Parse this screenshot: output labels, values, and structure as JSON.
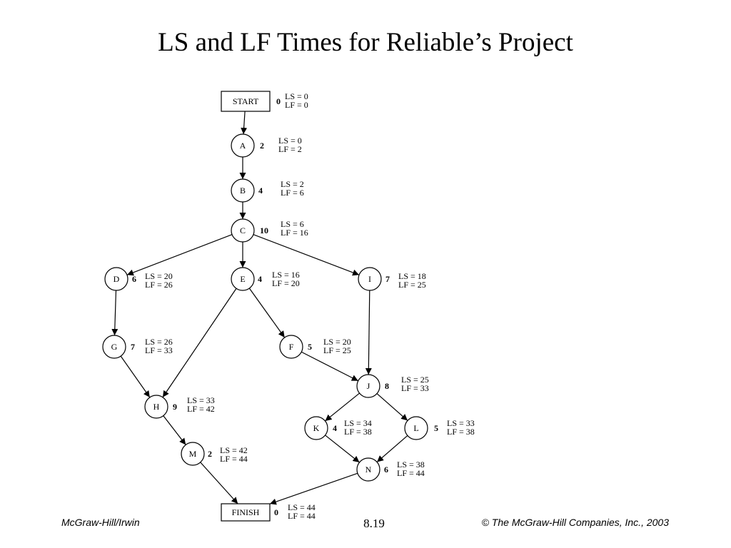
{
  "title": "LS and LF Times for Reliable’s Project",
  "footer": {
    "left": "McGraw-Hill/Irwin",
    "center": "8.19",
    "right": "© The McGraw-Hill Companies, Inc., 2003"
  },
  "nodes": [
    {
      "id": "start",
      "label": "START",
      "shape": "box",
      "duration": "0",
      "ls": "LS = 0",
      "lf": "LF = 0"
    },
    {
      "id": "A",
      "label": "A",
      "shape": "circle",
      "duration": "2",
      "ls": "LS = 0",
      "lf": "LF = 2"
    },
    {
      "id": "B",
      "label": "B",
      "shape": "circle",
      "duration": "4",
      "ls": "LS = 2",
      "lf": "LF = 6"
    },
    {
      "id": "C",
      "label": "C",
      "shape": "circle",
      "duration": "10",
      "ls": "LS = 6",
      "lf": "LF = 16"
    },
    {
      "id": "D",
      "label": "D",
      "shape": "circle",
      "duration": "6",
      "ls": "LS = 20",
      "lf": "LF = 26"
    },
    {
      "id": "E",
      "label": "E",
      "shape": "circle",
      "duration": "4",
      "ls": "LS = 16",
      "lf": "LF = 20"
    },
    {
      "id": "I",
      "label": "I",
      "shape": "circle",
      "duration": "7",
      "ls": "LS = 18",
      "lf": "LF = 25"
    },
    {
      "id": "G",
      "label": "G",
      "shape": "circle",
      "duration": "7",
      "ls": "LS = 26",
      "lf": "LF = 33"
    },
    {
      "id": "F",
      "label": "F",
      "shape": "circle",
      "duration": "5",
      "ls": "LS = 20",
      "lf": "LF = 25"
    },
    {
      "id": "J",
      "label": "J",
      "shape": "circle",
      "duration": "8",
      "ls": "LS = 25",
      "lf": "LF = 33"
    },
    {
      "id": "H",
      "label": "H",
      "shape": "circle",
      "duration": "9",
      "ls": "LS = 33",
      "lf": "LF = 42"
    },
    {
      "id": "K",
      "label": "K",
      "shape": "circle",
      "duration": "4",
      "ls": "LS = 34",
      "lf": "LF = 38"
    },
    {
      "id": "L",
      "label": "L",
      "shape": "circle",
      "duration": "5",
      "ls": "LS = 33",
      "lf": "LF = 38"
    },
    {
      "id": "M",
      "label": "M",
      "shape": "circle",
      "duration": "2",
      "ls": "LS = 42",
      "lf": "LF = 44"
    },
    {
      "id": "N",
      "label": "N",
      "shape": "circle",
      "duration": "6",
      "ls": "LS = 38",
      "lf": "LF = 44"
    },
    {
      "id": "finish",
      "label": "FINISH",
      "shape": "box",
      "duration": "0",
      "ls": "LS = 44",
      "lf": "LF = 44"
    }
  ],
  "edges": [
    [
      "start",
      "A"
    ],
    [
      "A",
      "B"
    ],
    [
      "B",
      "C"
    ],
    [
      "C",
      "D"
    ],
    [
      "C",
      "E"
    ],
    [
      "C",
      "I"
    ],
    [
      "D",
      "G"
    ],
    [
      "G",
      "H"
    ],
    [
      "E",
      "H"
    ],
    [
      "E",
      "F"
    ],
    [
      "F",
      "J"
    ],
    [
      "I",
      "J"
    ],
    [
      "H",
      "M"
    ],
    [
      "J",
      "K"
    ],
    [
      "J",
      "L"
    ],
    [
      "K",
      "N"
    ],
    [
      "L",
      "N"
    ],
    [
      "M",
      "finish"
    ],
    [
      "N",
      "finish"
    ]
  ]
}
